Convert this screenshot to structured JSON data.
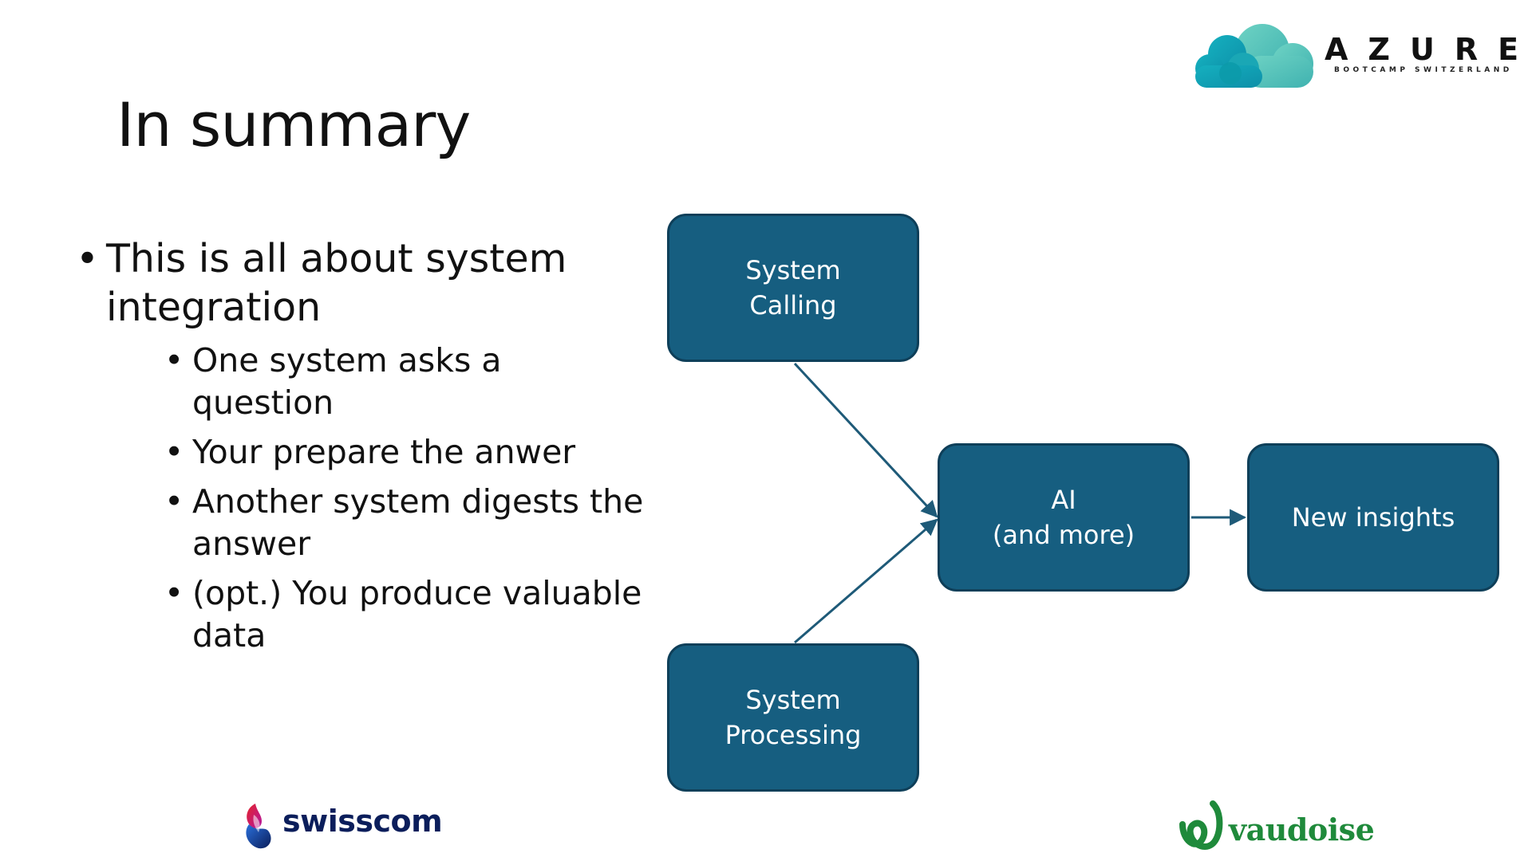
{
  "slide": {
    "title": "In summary",
    "bullets": {
      "main": [
        "This is all about system",
        "integration"
      ],
      "subs": [
        {
          "lines": [
            "One system asks a question"
          ]
        },
        {
          "lines": [
            "Your prepare the anwer"
          ]
        },
        {
          "lines": [
            "Another system digests the",
            "answer"
          ]
        },
        {
          "lines": [
            "(opt.) You produce valuable",
            "data"
          ]
        }
      ]
    }
  },
  "diagram": {
    "node_fill": "#165e80",
    "node_border": "#0e3f59",
    "connector_color": "#1e5a78",
    "nodes": {
      "system_calling": {
        "line1": "System",
        "line2": "Calling"
      },
      "ai": {
        "line1": "AI",
        "line2": "(and more)"
      },
      "new_insights": {
        "line1": "New insights"
      },
      "system_processing": {
        "line1": "System",
        "line2": "Processing"
      }
    }
  },
  "logos": {
    "azure": {
      "word": "AZURE",
      "subtitle": "BOOTCAMP SWITZERLAND"
    },
    "swisscom": {
      "word": "swisscom"
    },
    "vaudoise": {
      "word": "vaudoise"
    }
  }
}
